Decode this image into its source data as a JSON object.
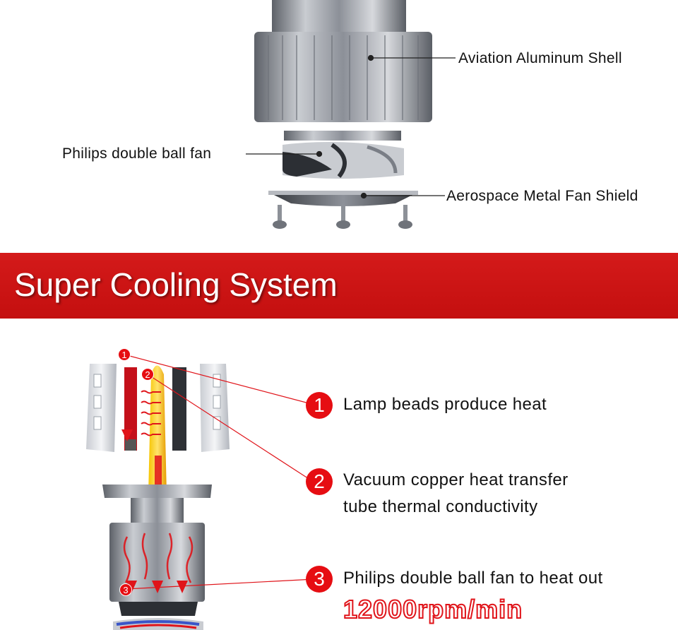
{
  "callouts": {
    "shell": "Aviation Aluminum Shell",
    "fan": "Philips double ball fan",
    "shield": "Aerospace Metal Fan Shield"
  },
  "banner": {
    "title": "Super Cooling System"
  },
  "features": [
    {
      "number": "1",
      "text": "Lamp beads produce heat"
    },
    {
      "number": "2",
      "line1": "Vacuum copper heat transfer",
      "line2": "tube thermal conductivity"
    },
    {
      "number": "3",
      "text": "Philips double ball fan to heat out"
    }
  ],
  "rpm": "12000rpm/min",
  "colors": {
    "banner_red": "#c8141a",
    "badge_red": "#e60d12",
    "metal": "#9a9ea6"
  }
}
